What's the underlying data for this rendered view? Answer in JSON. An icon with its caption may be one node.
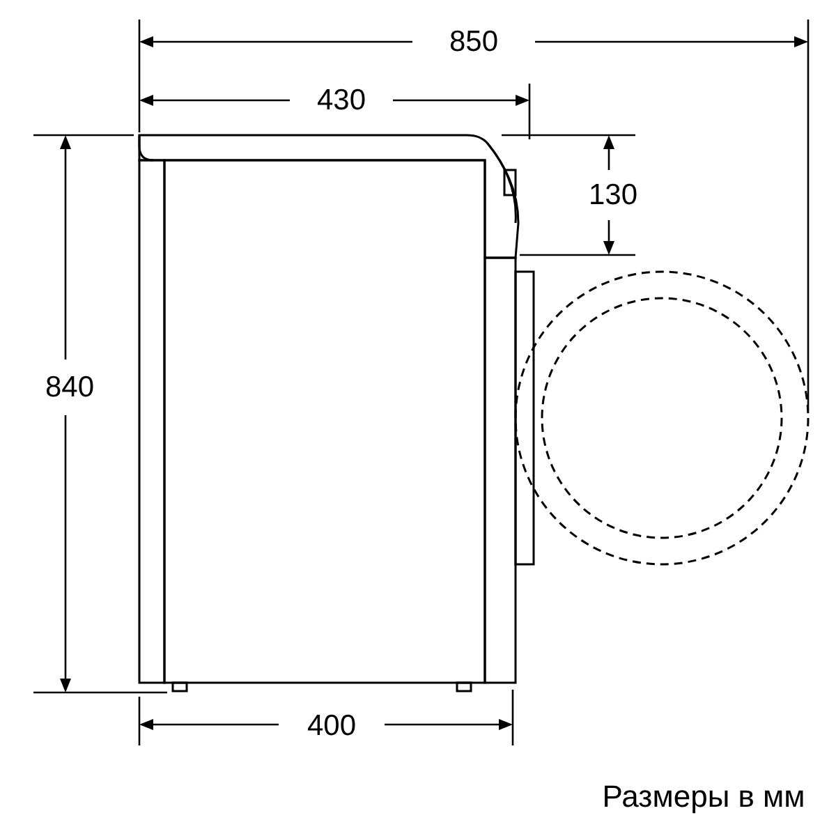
{
  "diagram": {
    "labels": [
      "850",
      "430",
      "130",
      "840",
      "400",
      "Размеры в мм"
    ]
  }
}
